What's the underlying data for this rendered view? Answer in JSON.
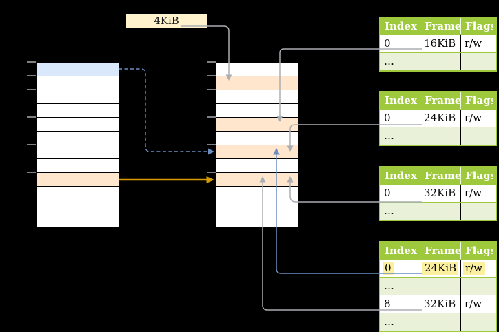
{
  "colors": {
    "background": "#000000",
    "page_size_box_fill": "#FFF2CC",
    "text_black": "#1A1A1A",
    "memory_row_white": "#FFFFFF",
    "memory_row_blue": "#DAE8FC",
    "memory_row_orange": "#FFE6CC",
    "tick_gray": "#7F8084",
    "table_header_green": "#9FC93C",
    "table_row_green": "#E9F1D8",
    "table_row_white": "#FFFFFF",
    "header_text_white": "#FFFFFF",
    "highlight_yellow": "#FBF0A0",
    "connector_gray": "#ABAEB3",
    "connector_blue": "#6C8EBF",
    "connector_orange": "#D79B00"
  },
  "page_size_label": {
    "text": "4KiB"
  },
  "virtual_memory": {
    "row_fills": [
      "#DAE8FC",
      "#FFFFFF",
      "#FFFFFF",
      "#FFFFFF",
      "#FFFFFF",
      "#FFFFFF",
      "#FFFFFF",
      "#FFFFFF",
      "#FFE6CC",
      "#FFFFFF",
      "#FFFFFF",
      "#FFFFFF"
    ]
  },
  "physical_memory": {
    "row_fills": [
      "#FFFFFF",
      "#FFE6CC",
      "#FFFFFF",
      "#FFFFFF",
      "#FFE6CC",
      "#FFFFFF",
      "#FFE6CC",
      "#FFFFFF",
      "#FFE6CC",
      "#FFFFFF",
      "#FFFFFF",
      "#FFFFFF"
    ]
  },
  "page_tables": [
    {
      "columns": [
        "Index",
        "Frame",
        "Flags"
      ],
      "rows": [
        {
          "cells": [
            "0",
            "16KiB",
            "r/w"
          ]
        },
        {
          "cells": [
            "…",
            "",
            ""
          ]
        }
      ]
    },
    {
      "columns": [
        "Index",
        "Frame",
        "Flags"
      ],
      "rows": [
        {
          "cells": [
            "0",
            "24KiB",
            "r/w"
          ]
        },
        {
          "cells": [
            "…",
            "",
            ""
          ]
        }
      ]
    },
    {
      "columns": [
        "Index",
        "Frame",
        "Flags"
      ],
      "rows": [
        {
          "cells": [
            "0",
            "32KiB",
            "r/w"
          ]
        },
        {
          "cells": [
            "…",
            "",
            ""
          ]
        }
      ]
    },
    {
      "columns": [
        "Index",
        "Frame",
        "Flags"
      ],
      "rows": [
        {
          "cells": [
            "0",
            "24KiB",
            "r/w"
          ],
          "highlighted": true
        },
        {
          "cells": [
            "…",
            "",
            ""
          ]
        },
        {
          "cells": [
            "8",
            "32KiB",
            "r/w"
          ]
        },
        {
          "cells": [
            "…",
            "",
            ""
          ]
        }
      ]
    }
  ]
}
